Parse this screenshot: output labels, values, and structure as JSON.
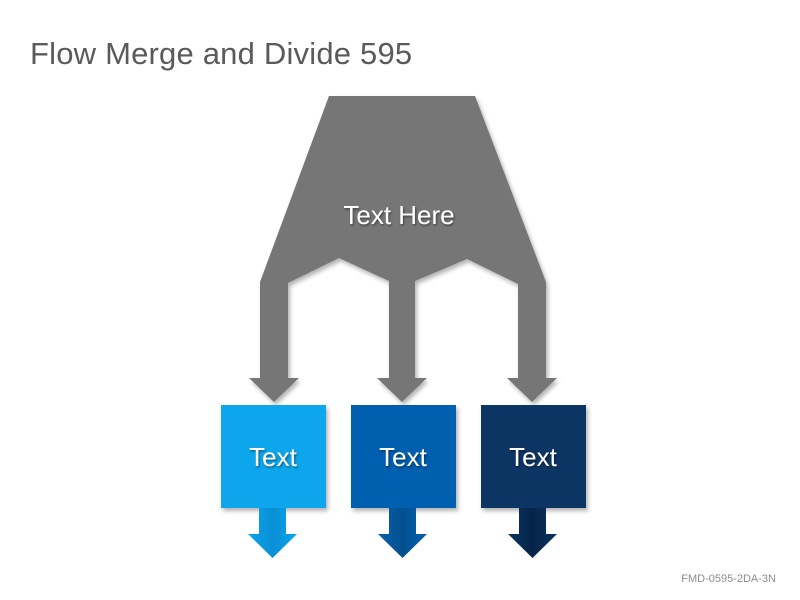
{
  "slide": {
    "title": "Flow Merge and Divide 595",
    "footer_code": "FMD-0595-2DA-3N"
  },
  "diagram": {
    "merge": {
      "label": "Text Here",
      "color": "#767676"
    },
    "boxes": [
      {
        "label": "Text",
        "color": "#0aa5ec",
        "arrow_color": "#0995d8"
      },
      {
        "label": "Text",
        "color": "#055fae",
        "arrow_color": "#0658a4"
      },
      {
        "label": "Text",
        "color": "#0a3463",
        "arrow_color": "#082c58"
      }
    ]
  }
}
